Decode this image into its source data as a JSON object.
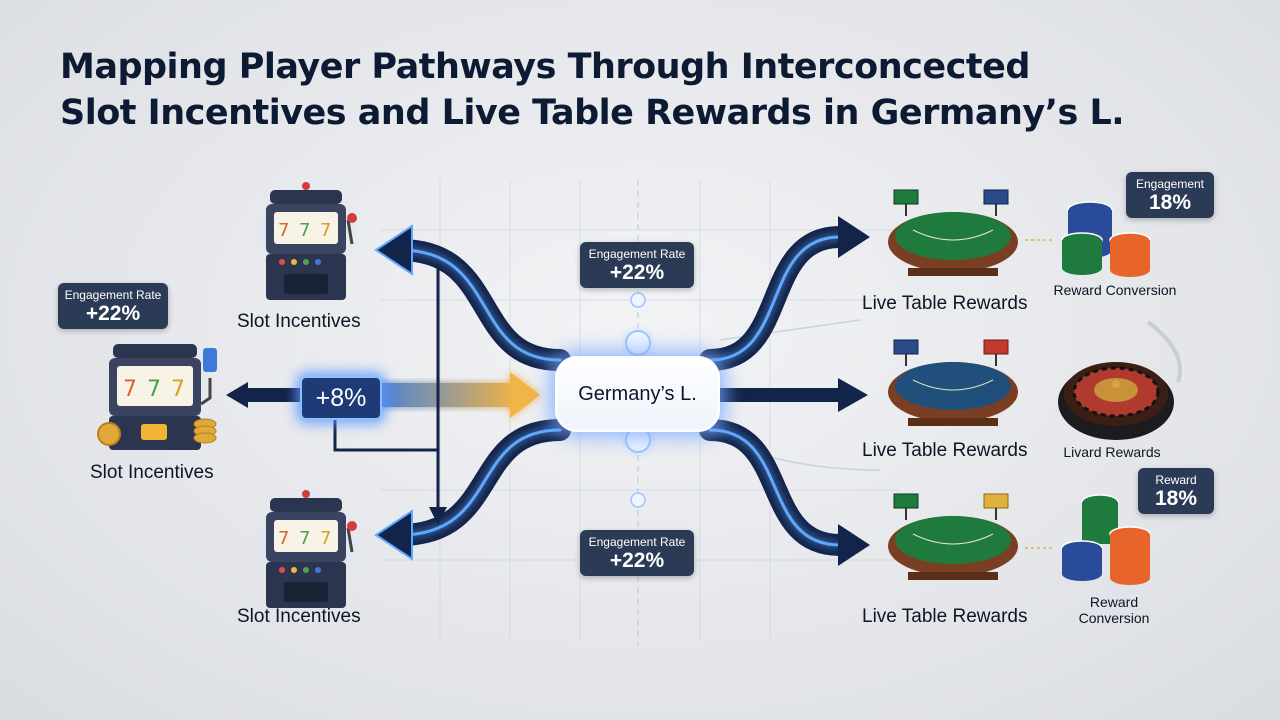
{
  "title": {
    "line1": "Mapping Player Pathways Through Interconcected",
    "line2": "Slot Incentives and Live Table Rewards in Germany’s L."
  },
  "center_node": {
    "label": "Germany’s L."
  },
  "center_flow": {
    "percent": "+8%"
  },
  "left": {
    "top_slot": {
      "label": "Slot Incentives"
    },
    "mid_slot": {
      "label": "Slot Incentives"
    },
    "bottom_slot": {
      "label": "Slot Incentives"
    },
    "engagement_badge": {
      "caption": "Engagement Rate",
      "value": "+22%"
    }
  },
  "middle_badges": {
    "top": {
      "caption": "Engagement Rate",
      "value": "+22%"
    },
    "bottom": {
      "caption": "Engagement Rate",
      "value": "+22%"
    }
  },
  "right": {
    "tables": [
      {
        "label": "Live Table Rewards",
        "sub_label": "Reward Conversion"
      },
      {
        "label": "Live Table Rewards",
        "sub_label": "Livard Rewards"
      },
      {
        "label": "Live Table Rewards",
        "sub_label_line1": "Reward",
        "sub_label_line2": "Conversion"
      }
    ],
    "top_badge": {
      "caption": "Engagement",
      "value": "18%"
    },
    "bottom_badge": {
      "caption": "Reward",
      "value": "18%"
    }
  },
  "colors": {
    "path_dark": "#13244a",
    "path_glow": "#5fa8ff",
    "badge_bg": "#2c3b55",
    "felt_green": "#1f7a3e",
    "felt_blue": "#1f4f7a",
    "table_rim": "#7a3f22"
  },
  "icons": [
    "slot-machine-icon",
    "blackjack-table-icon",
    "poker-chips-icon",
    "roulette-wheel-icon",
    "gold-coins-icon"
  ]
}
